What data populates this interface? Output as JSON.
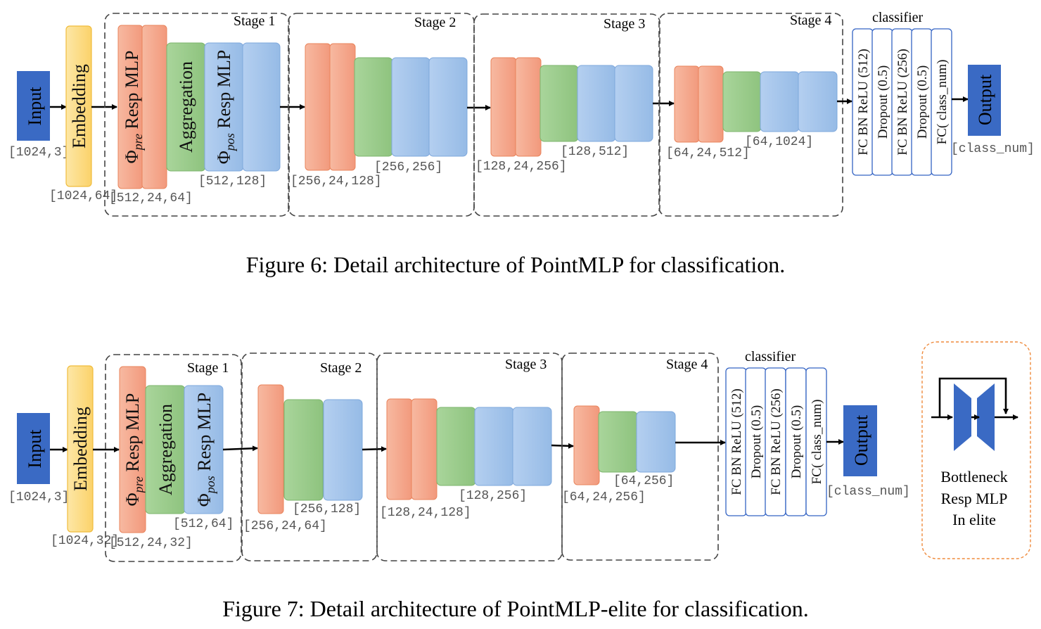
{
  "colors": {
    "input_block": "#3a6ac4",
    "embedding_block": "#fcd97a",
    "orange_block": "#f4a58a",
    "green_block": "#98c989",
    "blue_block": "#a4c4ea",
    "classifier_border": "#3464c4",
    "bottleneck_border": "#ef8a3c"
  },
  "figure6": {
    "caption": "Figure 6: Detail architecture of PointMLP for classification.",
    "input_label": "Input",
    "input_shape": "[1024,3]",
    "embedding_label": "Embedding",
    "embedding_shape": "[1024,64]",
    "phi_pre": "Φ",
    "pre_sub": "pre",
    "resp_mlp": " Resp MLP",
    "aggregation": "Aggregation",
    "phi_pos": "Φ",
    "pos_sub": "pos",
    "stage1_label": "Stage 1",
    "stage2_label": "Stage 2",
    "stage3_label": "Stage 3",
    "stage4_label": "Stage 4",
    "s1_shape_a": "[512,24,64]",
    "s1_shape_b": "[512,128]",
    "s2_shape_a": "[256,24,128]",
    "s2_shape_b": "[256,256]",
    "s3_shape_a": "[128,24,256]",
    "s3_shape_b": "[128,512]",
    "s4_shape_a": "[64,24,512]",
    "s4_shape_b": "[64,1024]",
    "classifier_title": "classifier",
    "classifier_items": [
      "FC BN ReLU (512)",
      "Dropout (0.5)",
      "FC BN ReLU (256)",
      "Dropout (0.5)",
      "FC( class_num)"
    ],
    "output_label": "Output",
    "output_shape": "[class_num]"
  },
  "figure7": {
    "caption": "Figure 7: Detail architecture of PointMLP-elite for classification.",
    "input_label": "Input",
    "input_shape": "[1024,3]",
    "embedding_label": "Embedding",
    "embedding_shape": "[1024,32]",
    "phi_pre": "Φ",
    "pre_sub": "pre",
    "resp_mlp": " Resp MLP",
    "aggregation": "Aggregation",
    "phi_pos": "Φ",
    "pos_sub": "pos",
    "stage1_label": "Stage 1",
    "stage2_label": "Stage 2",
    "stage3_label": "Stage 3",
    "stage4_label": "Stage 4",
    "s1_shape_a": "[512,24,32]",
    "s1_shape_b": "[512,64]",
    "s2_shape_a": "[256,24,64]",
    "s2_shape_b": "[256,128]",
    "s3_shape_a": "[128,24,128]",
    "s3_shape_b": "[128,256]",
    "s4_shape_a": "[64,24,256]",
    "s4_shape_b": "[64,256]",
    "classifier_title": "classifier",
    "classifier_items": [
      "FC BN ReLU (512)",
      "Dropout (0.5)",
      "FC BN ReLU (256)",
      "Dropout (0.5)",
      "FC( class_num)"
    ],
    "output_label": "Output",
    "output_shape": "[class_num]",
    "bottleneck_lines": [
      "Bottleneck",
      "Resp MLP",
      "In elite"
    ]
  }
}
